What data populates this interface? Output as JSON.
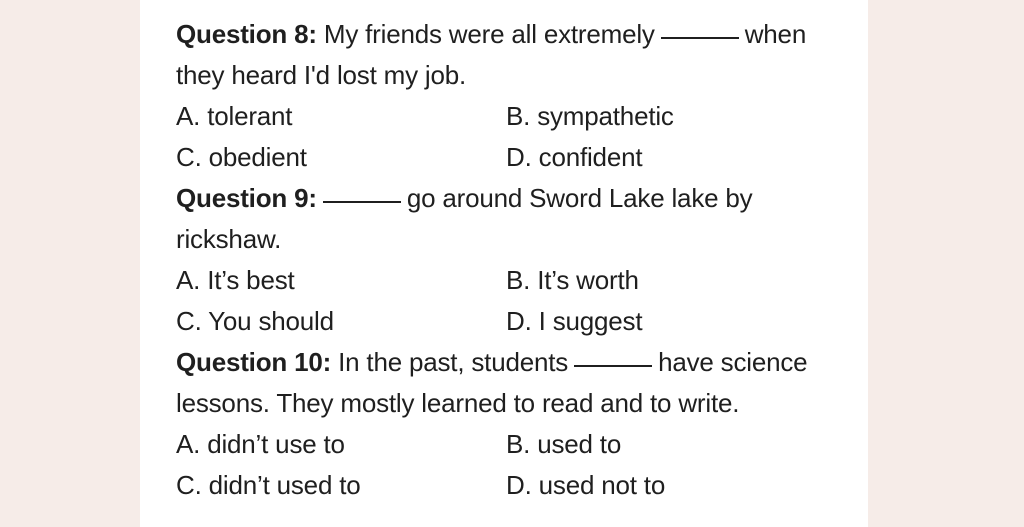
{
  "questions": [
    {
      "label": "Question 8:",
      "before_blank": "My friends were all extremely",
      "after_blank": "when",
      "continuation": "they heard I'd lost my job.",
      "options": [
        {
          "letter": "A.",
          "text": "tolerant"
        },
        {
          "letter": "B.",
          "text": "sympathetic"
        },
        {
          "letter": "C.",
          "text": "obedient"
        },
        {
          "letter": "D.",
          "text": "confident"
        }
      ]
    },
    {
      "label": "Question 9:",
      "before_blank": "",
      "after_blank": "go around Sword Lake lake by",
      "continuation": "rickshaw.",
      "options": [
        {
          "letter": "A.",
          "text": "It’s best"
        },
        {
          "letter": "B.",
          "text": "It’s worth"
        },
        {
          "letter": "C.",
          "text": "You should"
        },
        {
          "letter": "D.",
          "text": "I suggest"
        }
      ]
    },
    {
      "label": "Question 10:",
      "before_blank": "In the past, students",
      "after_blank": "have science",
      "continuation": "lessons. They mostly learned to read and to write.",
      "options": [
        {
          "letter": "A.",
          "text": "didn’t use to"
        },
        {
          "letter": "B.",
          "text": "used to"
        },
        {
          "letter": "C.",
          "text": "didn’t used to"
        },
        {
          "letter": "D.",
          "text": "used not to"
        }
      ]
    }
  ]
}
